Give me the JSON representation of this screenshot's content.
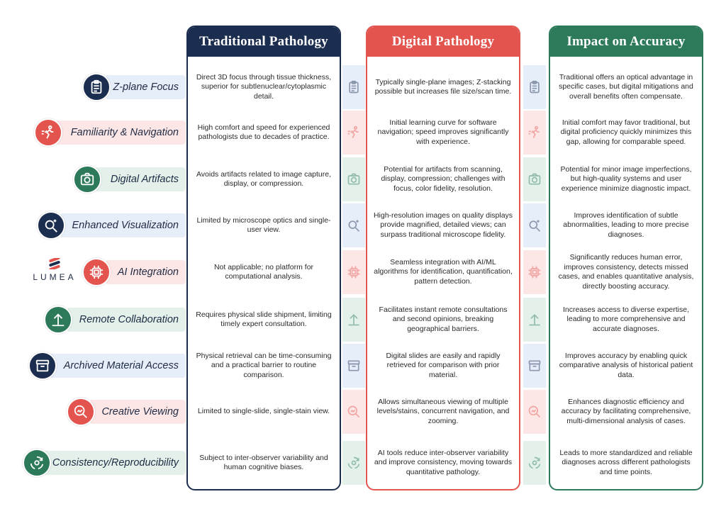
{
  "columns": [
    {
      "title": "Traditional Pathology"
    },
    {
      "title": "Digital Pathology"
    },
    {
      "title": "Impact on Accuracy"
    }
  ],
  "logo": {
    "text": "LUMEA"
  },
  "rows": [
    {
      "label": "Z-plane Focus",
      "icon": "clipboard-icon",
      "theme": "navy",
      "traditional": "Direct 3D focus through tissue thickness, superior for subtlenuclear/cytoplasmic detail.",
      "digital": "Typically single-plane images; Z-stacking possible but increases file size/scan time.",
      "impact": "Traditional offers an optical advantage in specific cases, but digital mitigations and overall benefits often compensate."
    },
    {
      "label": "Familiarity & Navigation",
      "icon": "running-person-icon",
      "theme": "red",
      "traditional": "High comfort and speed for experienced pathologists due to decades of practice.",
      "digital": "Initial learning curve for software navigation; speed improves significantly with experience.",
      "impact": "Initial comfort may favor traditional, but digital proficiency quickly minimizes this gap, allowing for comparable speed."
    },
    {
      "label": "Digital Artifacts",
      "icon": "camera-icon",
      "theme": "green",
      "traditional": "Avoids artifacts related to image capture, display, or compression.",
      "digital": "Potential for artifacts from scanning, display, compression; challenges with focus, color fidelity, resolution.",
      "impact": "Potential for minor image imperfections, but high-quality systems and user experience minimize diagnostic impact."
    },
    {
      "label": "Enhanced Visualization",
      "icon": "magnifier-sparkle-icon",
      "theme": "navy",
      "traditional": "Limited by microscope optics and single-user view.",
      "digital": "High-resolution images on quality displays provide magnified, detailed views; can surpass traditional microscope fidelity.",
      "impact": "Improves identification of subtle abnormalities, leading to more precise diagnoses."
    },
    {
      "label": "AI Integration",
      "icon": "chip-icon",
      "theme": "red",
      "traditional": "Not applicable; no platform for computational analysis.",
      "digital": "Seamless integration with AI/ML algorithms for identification, quantification, pattern detection.",
      "impact": "Significantly reduces human error, improves consistency, detects missed cases, and enables quantitative analysis, directly boosting accuracy."
    },
    {
      "label": "Remote Collaboration",
      "icon": "upload-arrow-icon",
      "theme": "green",
      "traditional": "Requires physical slide shipment, limiting timely expert consultation.",
      "digital": "Facilitates instant remote consultations and second opinions, breaking geographical barriers.",
      "impact": "Increases access to diverse expertise, leading to more comprehensive and accurate diagnoses."
    },
    {
      "label": "Archived Material Access",
      "icon": "archive-box-icon",
      "theme": "navy",
      "traditional": "Physical retrieval can be time-consuming and a practical barrier to routine comparison.",
      "digital": "Digital slides are easily and rapidly retrieved for comparison with prior material.",
      "impact": "Improves accuracy by enabling quick comparative analysis of historical patient data."
    },
    {
      "label": "Creative Viewing",
      "icon": "chart-magnifier-icon",
      "theme": "red",
      "traditional": "Limited to single-slide, single-stain view.",
      "digital": "Allows simultaneous viewing of multiple levels/stains, concurrent navigation, and zooming.",
      "impact": "Enhances diagnostic efficiency and accuracy by facilitating comprehensive, multi-dimensional analysis of cases."
    },
    {
      "label": "Consistency/Reproducibility",
      "icon": "recycle-gear-icon",
      "theme": "green",
      "traditional": "Subject to inter-observer variability and human cognitive biases.",
      "digital": "AI tools reduce inter-observer variability and improve consistency, moving towards quantitative pathology.",
      "impact": "Leads to more standardized and reliable diagnoses across different pathologists and time points."
    }
  ]
}
